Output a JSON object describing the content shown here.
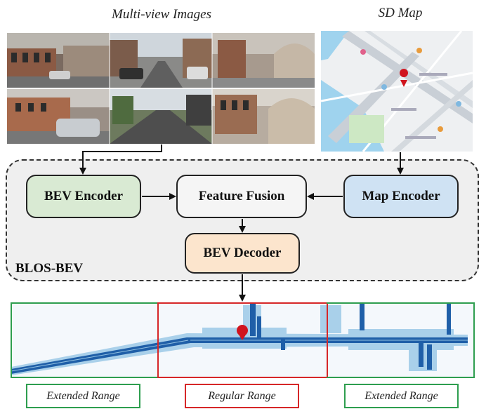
{
  "captions": {
    "multiview": "Multi-view Images",
    "sdmap": "SD Map"
  },
  "modules": {
    "bev_encoder": "BEV Encoder",
    "feature_fusion": "Feature Fusion",
    "map_encoder": "Map Encoder",
    "bev_decoder": "BEV Decoder"
  },
  "system_label": "BLOS-BEV",
  "ranges": {
    "left": "Extended Range",
    "middle": "Regular Range",
    "right": "Extended Range"
  },
  "colors": {
    "bev_encoder_fill": "#d9ead3",
    "map_encoder_fill": "#cfe2f3",
    "bev_decoder_fill": "#fce5cd",
    "fusion_fill": "#f5f5f5",
    "system_bg": "#efefef",
    "extended_border": "#2e9e4f",
    "regular_border": "#d62728",
    "road_dark": "#1f5fa8",
    "road_light": "#a9d0ea",
    "marker": "#d0141e"
  }
}
